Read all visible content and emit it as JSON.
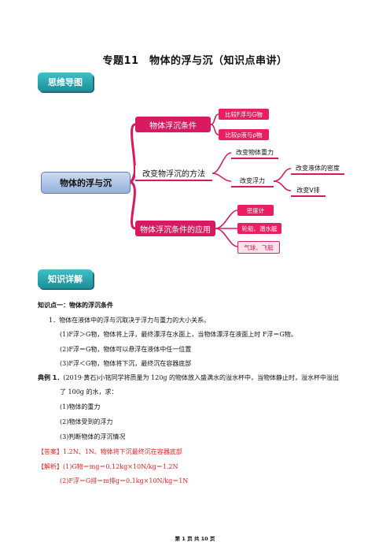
{
  "doc_title": "专题11　物体的浮与沉（知识点串讲）",
  "banner_mindmap": "思维导图",
  "banner_knowledge": "知识详解",
  "mindmap": {
    "root": "物体的浮与沉",
    "branch1": "物体浮沉条件",
    "branch1_items": [
      "比较F浮与G物",
      "比较ρ液与ρ物"
    ],
    "branch2": "改变物浮沉的方法",
    "branch2_items": [
      "改变物体重力",
      "改变浮力"
    ],
    "branch2_sub": [
      "改变液体的密度",
      "改变V排"
    ],
    "branch3": "物体浮沉条件的应用",
    "branch3_items": [
      "密度计",
      "轮船、潜水艇",
      "气球、飞艇"
    ],
    "colors": {
      "branch": "#d81b60",
      "root_fill": "#b3c6e7"
    }
  },
  "section1_heading": "知识点一：物体的浮沉条件",
  "p1": "1．物体在液体中的浮与沉取决于浮力与重力的大小关系。",
  "p1_a": "(1)F浮＞G物，物体将上浮，最终漂浮在水面上，当物体漂浮在液面上时 F浮＝G物。",
  "p1_b": "(2)F浮＝G物，物体可以悬浮在液体中任一位置",
  "p1_c": "(3)F浮＜G物，物体将下沉，最终沉在容器底部",
  "ex1_label": "典例 1．",
  "ex1_text": "(2019·黄石)小铭同学将质量为 120g 的物体放入盛满水的溢水杯中，当物体静止时，溢水杯中溢出",
  "ex1_text2": "了 100g 的水，求：",
  "ex1_q1": "(1)物体的重力",
  "ex1_q2": "(2)物体受到的浮力",
  "ex1_q3": "(3)判断物体的浮沉情况",
  "answer_label": "【答案】",
  "answer_text": "1.2N、1N、物体将下沉最终沉在容器底部",
  "analysis_label": "【解析】",
  "analysis_1": "(1)G物＝mg＝0.12kg×10N/kg＝1.2N",
  "analysis_2": "(2)F浮＝G排＝m排g＝0.1kg×10N/kg＝1N",
  "footer": "第 1 页 共 10 页"
}
